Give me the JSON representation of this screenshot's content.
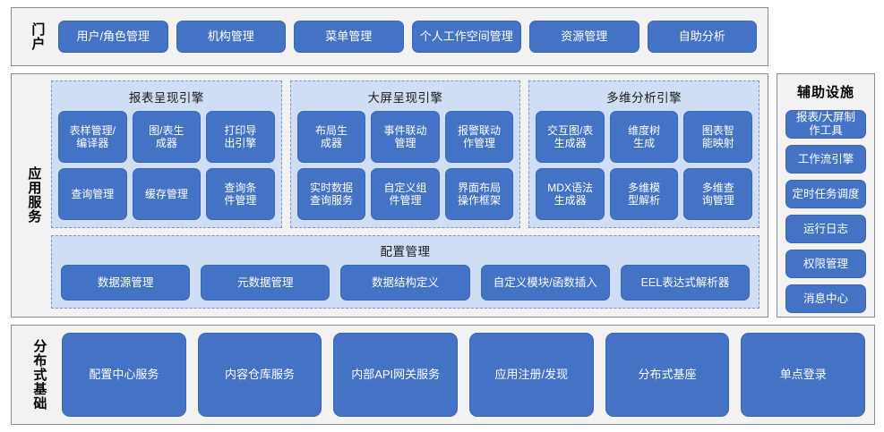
{
  "portal": {
    "label": "门户",
    "items": [
      "用户/角色管理",
      "机构管理",
      "菜单管理",
      "个人工作空间管理",
      "资源管理",
      "自助分析"
    ]
  },
  "auxiliary": {
    "title": "辅助设施",
    "items": [
      "报表/大屏制\n作工具",
      "工作流引擎",
      "定时任务调度",
      "运行日志",
      "权限管理",
      "消息中心"
    ]
  },
  "app_service": {
    "label": "应用服务",
    "engines": [
      {
        "title": "报表呈现引擎",
        "items": [
          "表样管理/\n编译器",
          "图/表生\n成器",
          "打印导\n出引擎",
          "查询管理",
          "缓存管理",
          "查询条\n件管理"
        ]
      },
      {
        "title": "大屏呈现引擎",
        "items": [
          "布局生\n成器",
          "事件联动\n管理",
          "报警联动\n作管理",
          "实时数据\n查询服务",
          "自定义组\n件管理",
          "界面布局\n操作框架"
        ]
      },
      {
        "title": "多维分析引擎",
        "items": [
          "交互图/表\n生成器",
          "维度树\n生成",
          "图表智\n能映射",
          "MDX语法\n生成器",
          "多维模\n型解析",
          "多维查\n询管理"
        ]
      }
    ],
    "config": {
      "title": "配置管理",
      "items": [
        "数据源管理",
        "元数据管理",
        "数据结构定义",
        "自定义模块/函数插入",
        "EEL表达式解析器"
      ]
    }
  },
  "infrastructure": {
    "label": "分布式基础",
    "items": [
      "配置中心服务",
      "内容仓库服务",
      "内部API网关服务",
      "应用注册/发现",
      "分布式基座",
      "单点登录"
    ]
  },
  "colors": {
    "button_blue": "#4472C4",
    "group_light_blue": "#CFDDF5",
    "panel_grey": "#F2F2F2",
    "border_grey": "#8D8D8D"
  }
}
